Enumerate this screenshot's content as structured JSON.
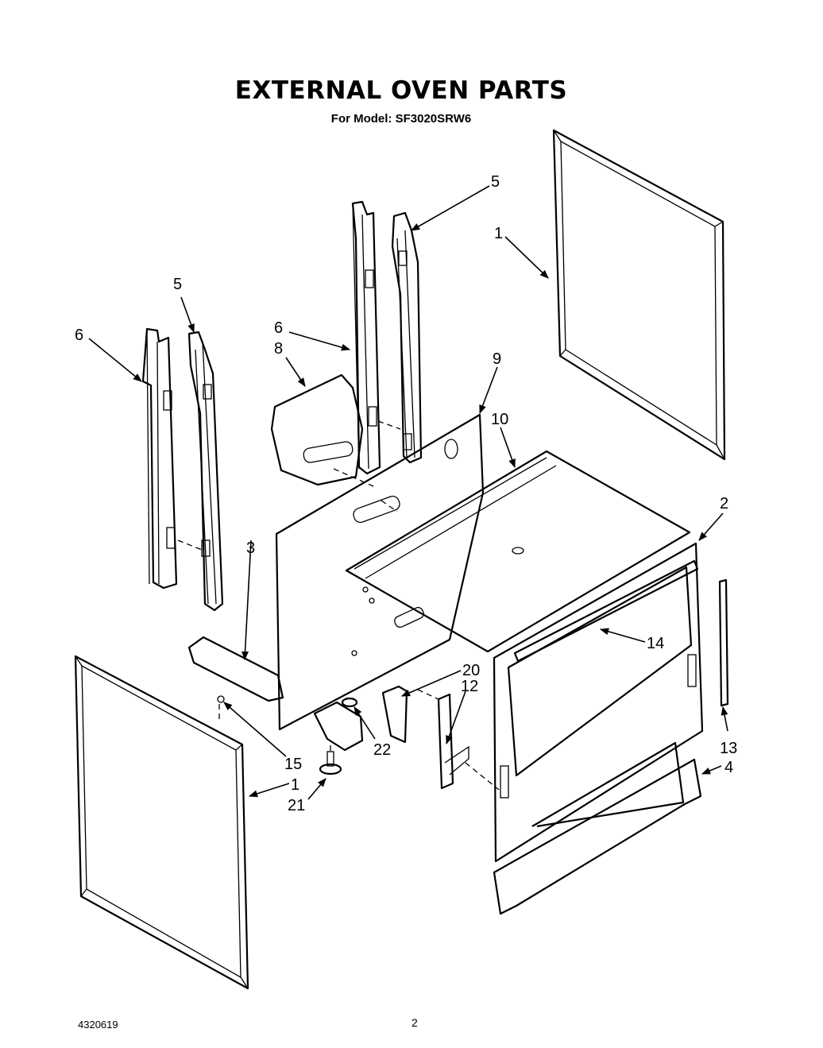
{
  "header": {
    "title": "EXTERNAL OVEN PARTS",
    "subtitle": "For Model: SF3020SRW6"
  },
  "footer": {
    "doc_number": "4320619",
    "page_number": "2"
  },
  "callouts": [
    "1",
    "1",
    "2",
    "3",
    "4",
    "5",
    "5",
    "6",
    "6",
    "8",
    "9",
    "10",
    "12",
    "13",
    "14",
    "15",
    "20",
    "21",
    "22"
  ]
}
